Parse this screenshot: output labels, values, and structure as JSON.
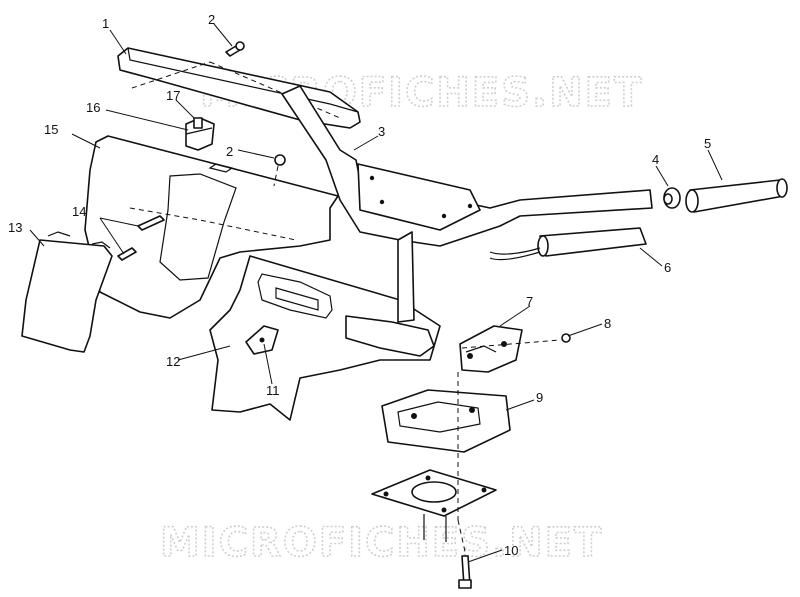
{
  "watermark": {
    "text": "MICROFICHES.NET"
  },
  "callouts": [
    {
      "id": "1",
      "label": "1"
    },
    {
      "id": "2a",
      "label": "2"
    },
    {
      "id": "2b",
      "label": "2"
    },
    {
      "id": "3",
      "label": "3"
    },
    {
      "id": "4",
      "label": "4"
    },
    {
      "id": "5",
      "label": "5"
    },
    {
      "id": "6",
      "label": "6"
    },
    {
      "id": "7",
      "label": "7"
    },
    {
      "id": "8",
      "label": "8"
    },
    {
      "id": "9",
      "label": "9"
    },
    {
      "id": "10",
      "label": "10"
    },
    {
      "id": "11",
      "label": "11"
    },
    {
      "id": "12",
      "label": "12"
    },
    {
      "id": "13",
      "label": "13"
    },
    {
      "id": "14",
      "label": "14"
    },
    {
      "id": "15",
      "label": "15"
    },
    {
      "id": "16",
      "label": "16"
    },
    {
      "id": "17",
      "label": "17"
    }
  ]
}
